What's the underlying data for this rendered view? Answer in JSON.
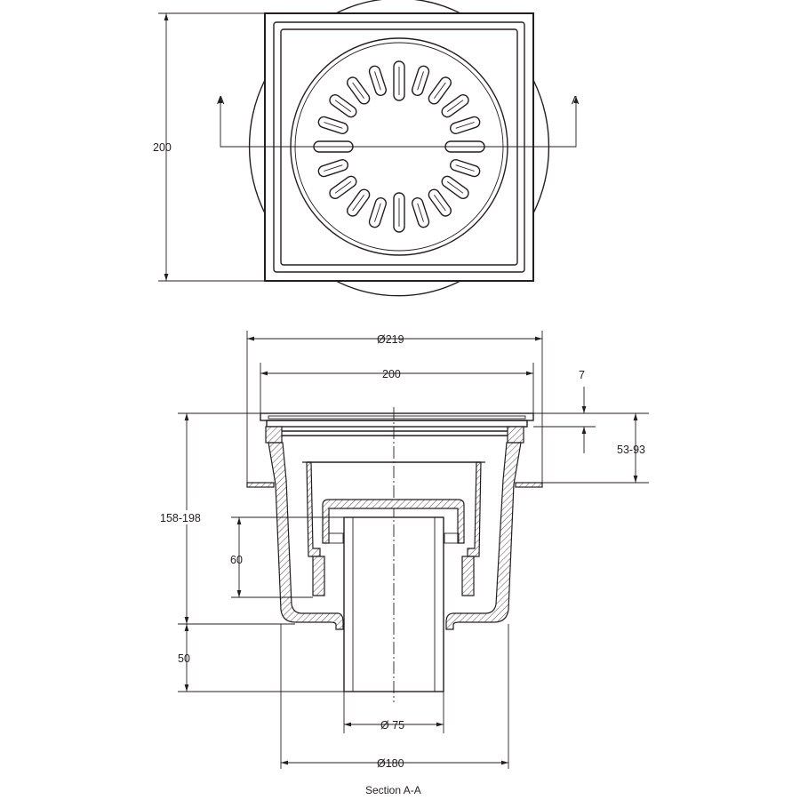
{
  "top_view": {
    "height_dim": "200",
    "section_mark_left": "A",
    "section_mark_right": "A"
  },
  "section_view": {
    "title": "Section A-A",
    "dims": {
      "flange_diameter": "Ø219",
      "grate_width": "200",
      "grate_thickness": "7",
      "adjustable_frame": "53-93",
      "total_height": "158-198",
      "water_seal": "60",
      "spigot_length": "50",
      "outlet_diameter": "Ø 75",
      "body_diameter": "Ø180"
    }
  }
}
